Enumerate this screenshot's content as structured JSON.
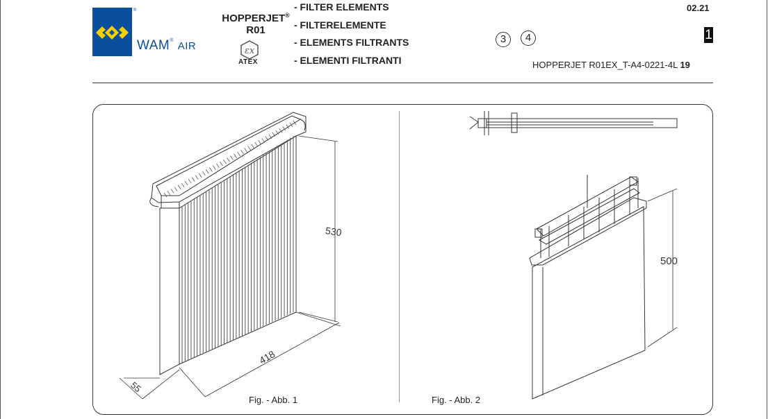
{
  "header": {
    "logo": {
      "brand": "WAM",
      "sub": "AIR",
      "icon": "wam-diamond-logo-icon"
    },
    "product_name": "HOPPERJET",
    "product_reg": "®",
    "product_model": "R01",
    "atex_icon": "ex-hexagon-icon",
    "atex_label": "ATEX",
    "titles": [
      "- FILTER  ELEMENTS",
      "- FILTERELEMENTE",
      "- ELEMENTS FILTRANTS",
      "- ELEMENTI FILTRANTI"
    ],
    "circled_refs": [
      "3",
      "4"
    ],
    "date": "02.21",
    "section_number": "1",
    "doc_code": "HOPPERJET R01EX_T-A4-0221-4L",
    "page_number": "19"
  },
  "figures": [
    {
      "caption": "Fig. - Abb. 1",
      "dimensions": {
        "height": "530",
        "width": "418",
        "depth": "55"
      },
      "subject": "filter-element-isometric"
    },
    {
      "caption": "Fig. - Abb. 2",
      "dimensions": {
        "height": "500"
      },
      "subject": "filter-element-with-clamp-frame"
    }
  ],
  "colors": {
    "brand_blue": "#0a4f9c",
    "brand_yellow": "#f5d000",
    "line": "#333333"
  }
}
